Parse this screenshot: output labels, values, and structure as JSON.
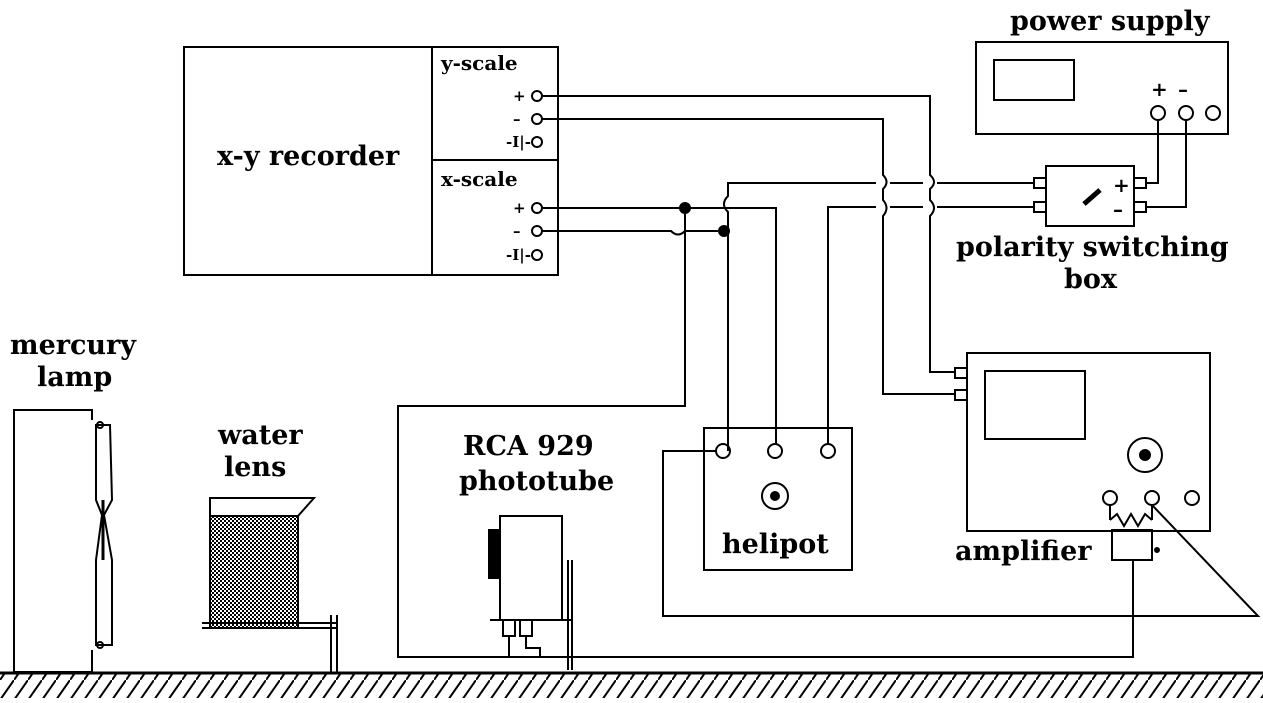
{
  "labels": {
    "power_supply": "power supply",
    "xy_recorder": "x-y recorder",
    "y_scale": "y-scale",
    "x_scale": "x-scale",
    "polarity_switching_line1": "polarity switching",
    "polarity_switching_line2": "box",
    "mercury_lamp_line1": "mercury",
    "mercury_lamp_line2": "lamp",
    "water_lens_line1": "water",
    "water_lens_line2": "lens",
    "phototube_line1": "RCA 929",
    "phototube_line2": "phototube",
    "helipot": "helipot",
    "amplifier": "amplifier"
  },
  "terminals": {
    "plus": "+",
    "minus": "–",
    "ground": "-I|-"
  }
}
